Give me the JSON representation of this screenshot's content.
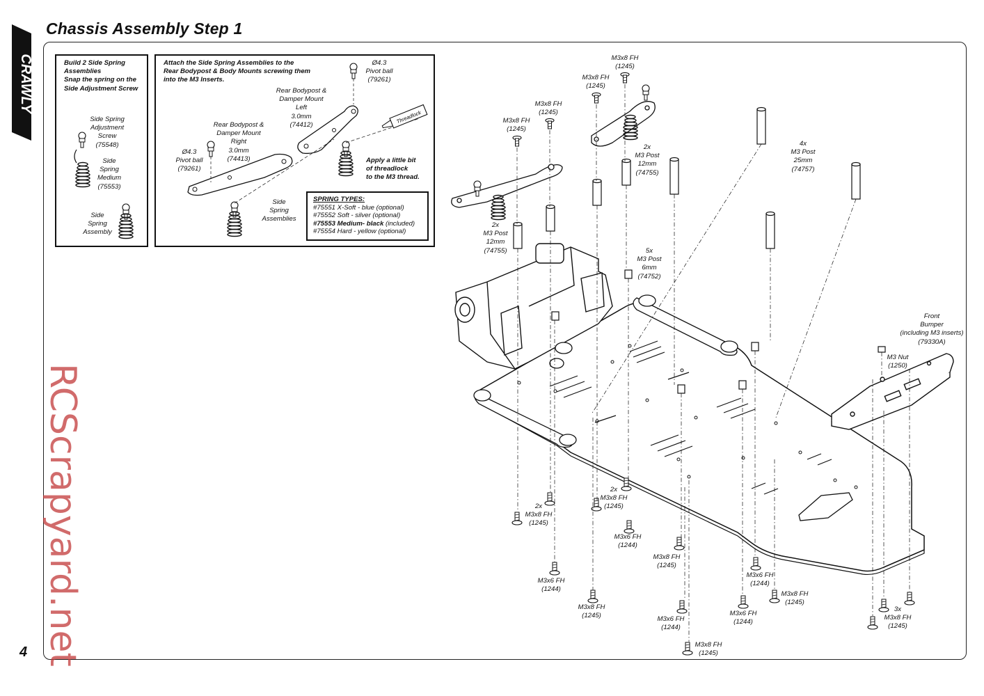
{
  "page": {
    "title": "Chassis Assembly Step 1",
    "page_number": "4",
    "logo_text": "CRAWLY",
    "watermark": "RCScrapyard.net"
  },
  "inset_left": {
    "instruction": "Build 2 Side Spring\nAssemblies\nSnap the spring on the\nSide Adjustment Screw",
    "labels": [
      "Side Spring\nAdjustment\nScrew\n(75548)",
      "Side\nSpring\nMedium\n(75553)",
      "Side\nSpring\nAssembly"
    ]
  },
  "inset_right": {
    "instruction": "Attach the Side Spring Assemblies to the\nRear Bodypost & Body Mounts screwing them\ninto the M3 Inserts.",
    "labels": {
      "pivot_ball_top": "Ø4.3\nPivot ball\n(79261)",
      "mount_left": "Rear Bodypost &\nDamper Mount\nLeft\n3.0mm\n(74412)",
      "mount_right": "Rear Bodypost &\nDamper Mount\nRight\n3.0mm\n(74413)",
      "pivot_ball_left": "Ø4.3\nPivot ball\n(79261)",
      "threadlock_tube": "Threadlock",
      "threadlock_note": "Apply a little bit\nof threadlock\nto the M3 thread.",
      "side_spring_assemblies": "Side\nSpring\nAssemblies"
    },
    "spring_types": {
      "title": "SPRING TYPES:",
      "items": [
        {
          "text": "#75551 X-Soft - blue (optional)",
          "bold_part": ""
        },
        {
          "text": "#75552 Soft - silver (optional)",
          "bold_part": ""
        },
        {
          "text": "#75553 Medium- black (included)",
          "bold_part": "#75553 Medium- black"
        },
        {
          "text": "#75554 Hard - yellow (optional)",
          "bold_part": ""
        }
      ]
    }
  },
  "callouts": [
    "M3x8 FH\n(1245)",
    "M3x8 FH\n(1245)",
    "M3x8 FH\n(1245)",
    "M3x8 FH\n(1245)",
    "2x\nM3 Post\n12mm\n(74755)",
    "4x\nM3 Post\n25mm\n(74757)",
    "2x\nM3 Post\n12mm\n(74755)",
    "5x\nM3 Post\n6mm\n(74752)",
    "Front\nBumper\n(including M3 inserts)\n(79330A)",
    "M3 Nut\n(1250)",
    "2x\nM3x8 FH\n(1245)",
    "2x\nM3x8 FH\n(1245)",
    "M3x6 FH\n(1244)",
    "M3x6 FH\n(1244)",
    "M3x8 FH\n(1245)",
    "M3x6 FH\n(1244)",
    "M3x8 FH\n(1245)",
    "M3x6 FH\n(1244)",
    "M3x8 FH\n(1245)",
    "M3x6 FH\n(1244)",
    "M3x8 FH\n(1245)",
    "3x\nM3x8 FH\n(1245)"
  ]
}
